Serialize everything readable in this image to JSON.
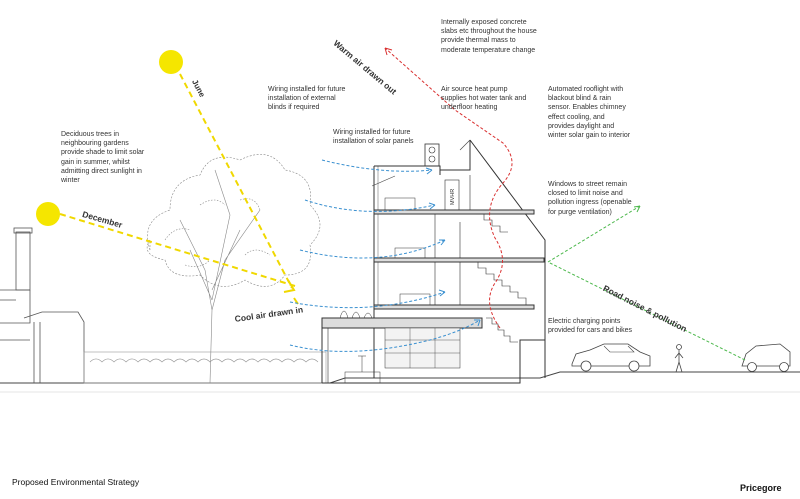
{
  "labels": {
    "june": "June",
    "december": "December",
    "warm_air": "Warm air drawn out",
    "cool_air": "Cool air drawn in",
    "road_noise": "Road noise & pollution",
    "mvhr": "MVHR"
  },
  "annotations": {
    "concrete": "Internally exposed concrete\nslabs etc throughout the house\nprovide thermal mass to\nmoderate temperature change",
    "wiring_blinds": "Wiring installed for future\ninstallation of external\nblinds if required",
    "heat_pump": "Air source heat pump\nsupplies hot water tank and\nunderfloor heating",
    "rooflight": "Automated rooflight with\nblackout blind & rain\nsensor. Enables chimney\neffect cooling, and\nprovides daylight and\nwinter solar gain to interior",
    "trees": "Deciduous trees in\nneighbouring gardens\nprovide shade to limit solar\ngain in summer, whilst\nadmitting direct sunlight in\nwinter",
    "solar_panels": "Wiring installed for future\ninstallation of solar panels",
    "windows": "Windows to street remain\nclosed to limit noise and\npollution ingress (openable\nfor purge ventilation)",
    "charging": "Electric charging points\nprovided for cars and bikes"
  },
  "caption": "Proposed Environmental Strategy",
  "brand": "Pricegore",
  "colors": {
    "sun": "#f5e600",
    "sun_ray": "#f0d800",
    "warm_air": "#d93030",
    "cool_air": "#3a90d0",
    "noise": "#4cb84c",
    "line": "#444444"
  }
}
